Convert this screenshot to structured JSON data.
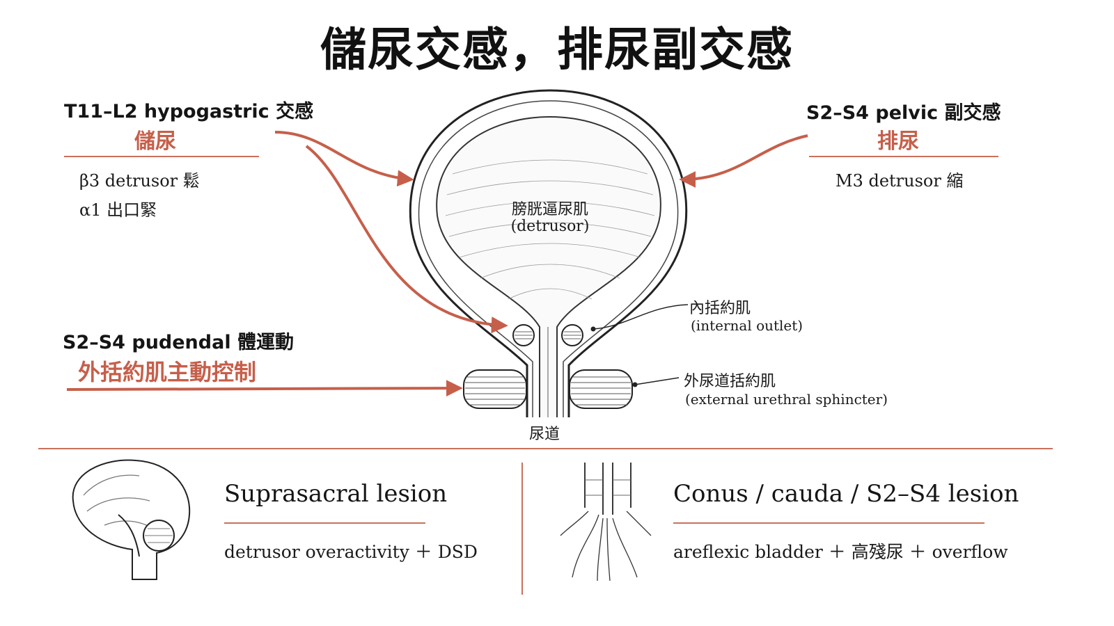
{
  "title": "儲尿交感，排尿副交感",
  "colors": {
    "accent": "#c65f4a",
    "ink": "#1a1a1a",
    "rule": "#c9705b"
  },
  "left_top": {
    "nerve": "T11–L2 hypogastric 交感",
    "role": "儲尿",
    "effects": [
      "β3 detrusor 鬆",
      "α1 出口緊"
    ]
  },
  "right_top": {
    "nerve": "S2–S4 pelvic 副交感",
    "role": "排尿",
    "effects": [
      "M3 detrusor 縮"
    ]
  },
  "left_bottom": {
    "nerve": "S2–S4 pudendal 體運動",
    "role": "外括約肌主動控制"
  },
  "bladder": {
    "detrusor_zh": "膀胱逼尿肌",
    "detrusor_en": "(detrusor)",
    "internal_zh": "內括約肌",
    "internal_en": "(internal outlet)",
    "external_zh": "外尿道括約肌",
    "external_en": "(external urethral sphincter)",
    "urethra": "尿道"
  },
  "lesions": [
    {
      "title": "Suprasacral lesion",
      "desc": "detrusor overactivity ＋ DSD",
      "icon": "brain-icon"
    },
    {
      "title": "Conus / cauda / S2–S4 lesion",
      "desc": "areflexic bladder ＋ 高殘尿 ＋ overflow",
      "icon": "spinal-cord-icon"
    }
  ]
}
